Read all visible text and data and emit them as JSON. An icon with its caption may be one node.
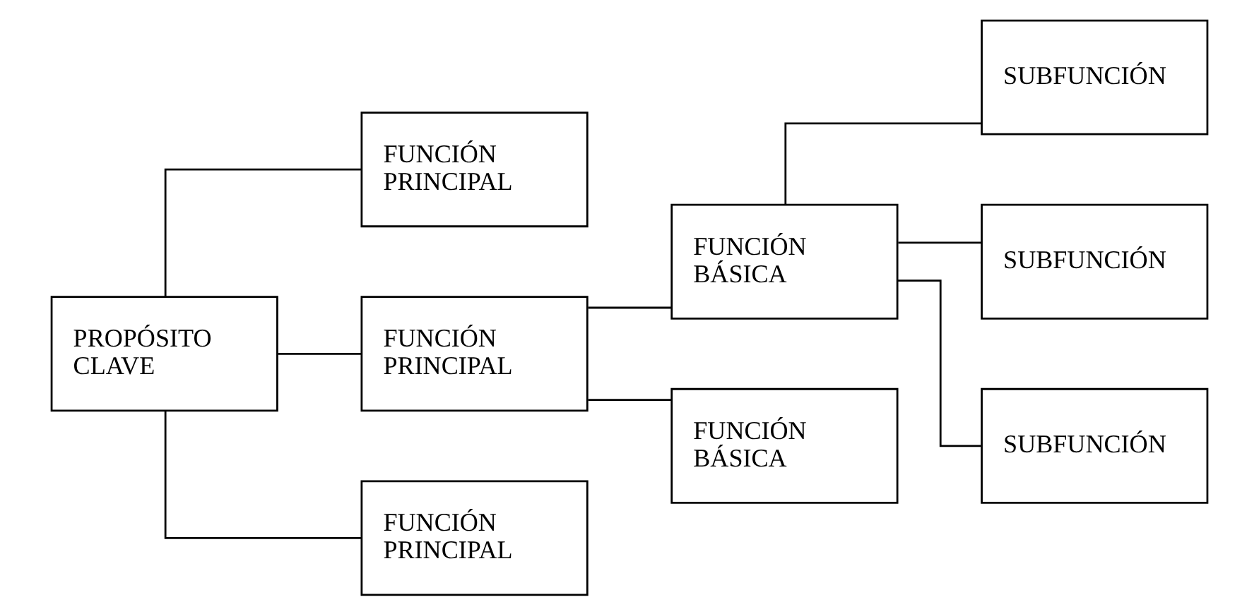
{
  "diagram": {
    "nodes": [
      {
        "text": [
          "PROPÓSITO CLAVE"
        ]
      },
      {
        "text": [
          "FUNCIÓN PRINCIPAL"
        ]
      },
      {
        "text": [
          "FUNCIÓN PRINCIPAL"
        ]
      },
      {
        "text": [
          "FUNCIÓN PRINCIPAL"
        ]
      },
      {
        "text": [
          "FUNCIÓN BÁSICA"
        ]
      },
      {
        "text": [
          "FUNCIÓN BÁSICA"
        ]
      },
      {
        "text": [
          "SUBFUNCIÓN"
        ]
      },
      {
        "text": [
          "SUBFUNCIÓN"
        ]
      },
      {
        "text": [
          "SUBFUNCIÓN"
        ]
      }
    ],
    "edges": [
      {
        "from": 0,
        "to": 1,
        "arrow": "none"
      },
      {
        "from": 0,
        "to": 2,
        "arrow": "none"
      },
      {
        "from": 0,
        "to": 3,
        "arrow": "none"
      },
      {
        "from": 2,
        "to": 4,
        "arrow": "none"
      },
      {
        "from": 2,
        "to": 5,
        "arrow": "none"
      },
      {
        "from": 4,
        "to": 6,
        "arrow": "none"
      },
      {
        "from": 4,
        "to": 7,
        "arrow": "none"
      },
      {
        "from": 4,
        "to": 8,
        "arrow": "none"
      }
    ]
  }
}
